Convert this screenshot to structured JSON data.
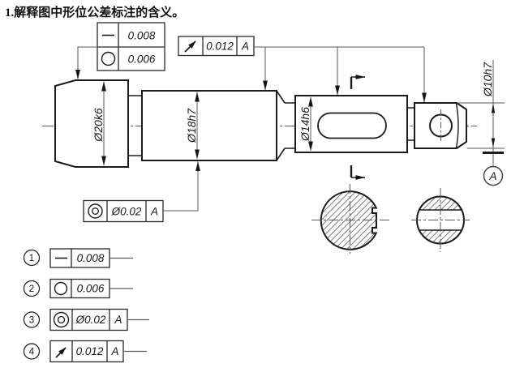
{
  "title": "1.解释图中形位公差标注的含义。",
  "colors": {
    "outline": "#1b1b1b",
    "thin_line": "#5a5a5a",
    "hatch": "#6f6f6f",
    "bg": "#ffffff"
  },
  "dims": {
    "d20": "Ø20k6",
    "d18": "Ø18h7",
    "d14": "Ø14h6",
    "d10": "Ø10h7"
  },
  "datum": {
    "label": "A"
  },
  "frames": {
    "combo": {
      "rows": [
        {
          "symbol": "straightness-icon",
          "value": "0.008"
        },
        {
          "symbol": "roundness-icon",
          "value": "0.006"
        }
      ]
    },
    "runout": {
      "symbol": "circular-runout-icon",
      "value": "0.012",
      "datum": "A"
    },
    "coax": {
      "symbol": "coaxiality-icon",
      "value": "Ø0.02",
      "datum": "A"
    }
  },
  "legend": [
    {
      "num": "1",
      "symbol": "straightness-icon",
      "value": "0.008",
      "datum": ""
    },
    {
      "num": "2",
      "symbol": "roundness-icon",
      "value": "0.006",
      "datum": ""
    },
    {
      "num": "3",
      "symbol": "coaxiality-icon",
      "value": "Ø0.02",
      "datum": "A"
    },
    {
      "num": "4",
      "symbol": "circular-runout-icon",
      "value": "0.012",
      "datum": "A"
    }
  ]
}
